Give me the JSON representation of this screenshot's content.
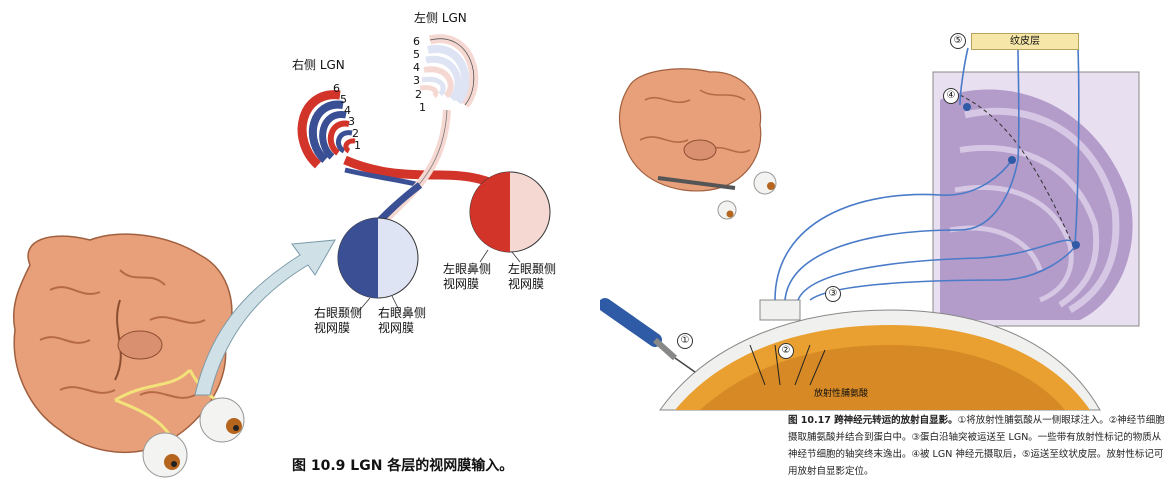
{
  "left": {
    "right_lgn_label": "右侧 LGN",
    "left_lgn_label": "左侧 LGN",
    "right_lgn_layers": [
      "6",
      "5",
      "4",
      "3",
      "2",
      "1"
    ],
    "left_lgn_layers": [
      "6",
      "5",
      "4",
      "3",
      "2",
      "1"
    ],
    "right_temporal_label": "右眼颞侧\n视网膜",
    "right_nasal_label": "右眼鼻侧\n视网膜",
    "left_nasal_label": "左眼鼻侧\n视网膜",
    "left_temporal_label": "左眼颞侧\n视网膜",
    "caption": "图 10.9   LGN 各层的视网膜输入。"
  },
  "right": {
    "cortex_box": "纹皮层",
    "steps": [
      "①",
      "②",
      "③",
      "④",
      "⑤"
    ],
    "tracer_label": "放射性脯氨酸",
    "caption_title": "图 10.17   跨神经元转运的放射自显影。",
    "caption_body": "①将放射性脯氨酸从一侧眼球注入。②神经节细胞摄取脯氨酸并结合到蛋白中。③蛋白沿轴突被运送至 LGN。一些带有放射性标记的物质从神经节细胞的轴突终末逸出。④被 LGN 神经元摄取后，⑤运送至纹状皮层。放射性标记可用放射自显影定位。"
  },
  "colors": {
    "blue": "#3a4f94",
    "red": "#d2342a",
    "pale_blue": "#dfe4f4",
    "pale_red": "#f6d8d2",
    "brain": "#e8a07a",
    "slice": "#9a78b6",
    "axon": "#4a7bc8"
  }
}
